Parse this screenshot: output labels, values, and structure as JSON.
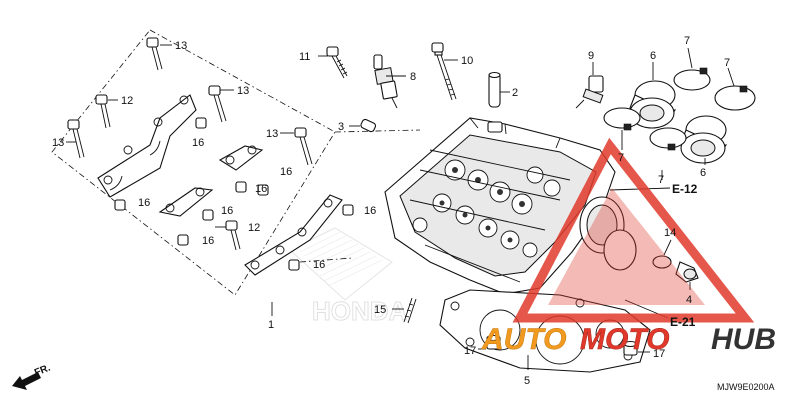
{
  "diagram": {
    "drawing_code": "MJW9E0200A",
    "direction_label": "FR.",
    "references": [
      "E-12",
      "E-21"
    ],
    "callouts": [
      {
        "id": "c1",
        "label": "1"
      },
      {
        "id": "c2",
        "label": "2"
      },
      {
        "id": "c3",
        "label": "3"
      },
      {
        "id": "c4",
        "label": "4"
      },
      {
        "id": "c5",
        "label": "5"
      },
      {
        "id": "c6a",
        "label": "6"
      },
      {
        "id": "c6b",
        "label": "6"
      },
      {
        "id": "c7a",
        "label": "7"
      },
      {
        "id": "c7b",
        "label": "7"
      },
      {
        "id": "c7c",
        "label": "7"
      },
      {
        "id": "c7d",
        "label": "7"
      },
      {
        "id": "c8",
        "label": "8"
      },
      {
        "id": "c9",
        "label": "9"
      },
      {
        "id": "c10",
        "label": "10"
      },
      {
        "id": "c11",
        "label": "11"
      },
      {
        "id": "c12a",
        "label": "12"
      },
      {
        "id": "c12b",
        "label": "12"
      },
      {
        "id": "c13a",
        "label": "13"
      },
      {
        "id": "c13b",
        "label": "13"
      },
      {
        "id": "c13c",
        "label": "13"
      },
      {
        "id": "c13d",
        "label": "13"
      },
      {
        "id": "c14",
        "label": "14"
      },
      {
        "id": "c15",
        "label": "15"
      },
      {
        "id": "c16a",
        "label": "16"
      },
      {
        "id": "c16b",
        "label": "16"
      },
      {
        "id": "c16c",
        "label": "16"
      },
      {
        "id": "c16d",
        "label": "16"
      },
      {
        "id": "c16e",
        "label": "16"
      },
      {
        "id": "c16f",
        "label": "16"
      },
      {
        "id": "c16g",
        "label": "16"
      },
      {
        "id": "c17a",
        "label": "17"
      },
      {
        "id": "c17b",
        "label": "17"
      }
    ]
  },
  "watermark": {
    "brand_part1": "AUTO",
    "brand_part2": "MOTO",
    "brand_part3": "HUB",
    "background_logo": "HONDA",
    "colors": {
      "red": "#e0392b",
      "orange": "#f29a1f",
      "dark": "#333333"
    }
  }
}
